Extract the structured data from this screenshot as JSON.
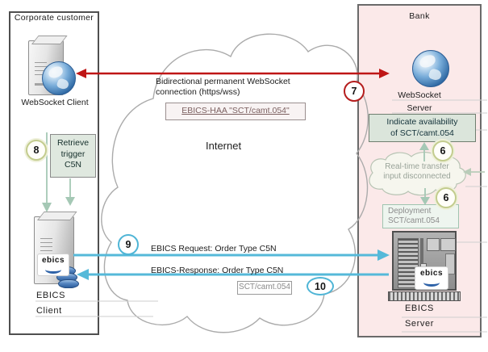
{
  "corporate": {
    "title": "Corporate customer",
    "websocket_client_label": "WebSocket Client",
    "ebics_line1": "EBICS",
    "ebics_line2": "Client",
    "ebics_logo": "ebics"
  },
  "bank": {
    "title": "Bank",
    "ws_line1": "WebSocket",
    "ws_line2": "Server",
    "indicate_line1": "Indicate availability",
    "indicate_line2": "of SCT/camt.054",
    "cloud_line1": "Real-time transfer",
    "cloud_line2": "input disconnected",
    "deployment_line1": "Deployment",
    "deployment_line2": "SCT/camt.054",
    "ebics_line1": "EBICS",
    "ebics_line2": "Server",
    "ebics_logo": "ebics"
  },
  "internet": {
    "label": "Internet",
    "bidirectional_line1": "Bidirectional permanent WebSocket",
    "bidirectional_line2": "connection (https/wss)",
    "haa_label": "EBICS-HAA \"SCT/camt.054\"",
    "request_label": "EBICS Request: Order Type C5N",
    "response_label": "EBICS-Response: Order Type C5N",
    "sct_label": "SCT/camt.054",
    "retrieve_line1": "Retrieve",
    "retrieve_line2": "trigger",
    "retrieve_line3": "C5N"
  },
  "steps": {
    "six_upper": "6",
    "six_lower": "6",
    "seven": "7",
    "eight": "8",
    "nine": "9",
    "ten": "10"
  },
  "colors": {
    "red_arrow": "#bf1616",
    "blue_arrow": "#55b9d9",
    "green_arrow": "#a5c8b5",
    "bank_bg": "#fbe9e9",
    "note_green_bg": "#dfe8df",
    "deployment_bg": "#eef5ef"
  }
}
